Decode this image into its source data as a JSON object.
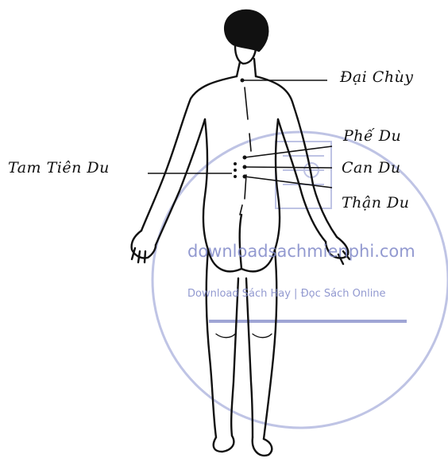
{
  "labels": {
    "dai_chuy": "Đại Chùy",
    "phe_du": "Phế Du",
    "can_du": "Can Du",
    "than_du": "Thận Du",
    "tam_tien_du": "Tam Tiên Du"
  },
  "watermark": {
    "site": "downloadsachmienphi.com",
    "tagline": "Download Sách Hay | Đọc Sách Online",
    "color": "#7f88c8"
  }
}
